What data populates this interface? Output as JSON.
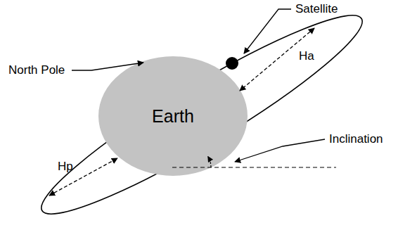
{
  "diagram": {
    "nodes": [
      {
        "text": [
          "Earth"
        ]
      }
    ],
    "labels": [
      "Satellite",
      "North Pole",
      "Ha",
      "Hp",
      "Inclination"
    ]
  }
}
